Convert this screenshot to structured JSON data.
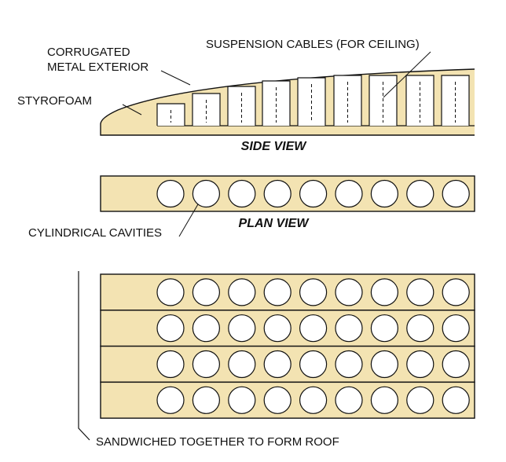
{
  "labels": {
    "corrugated_line1": "CORRUGATED",
    "corrugated_line2": "METAL EXTERIOR",
    "styrofoam": "STYROFOAM",
    "suspension_cables": "SUSPENSION CABLES (FOR CEILING)",
    "cylindrical_cavities": "CYLINDRICAL CAVITIES",
    "sandwiched": "SANDWICHED TOGETHER TO FORM ROOF"
  },
  "titles": {
    "side_view": "SIDE VIEW",
    "plan_view": "PLAN VIEW"
  },
  "colors": {
    "styrofoam_fill": "#f3e3b2",
    "outline": "#111111",
    "cavity_fill": "#ffffff",
    "background": "#ffffff"
  },
  "structure": {
    "side_view_cavity_count": 9,
    "plan_view_cavity_count": 9,
    "stacked_panel_count": 4,
    "cavities_per_stacked_panel": 9
  }
}
